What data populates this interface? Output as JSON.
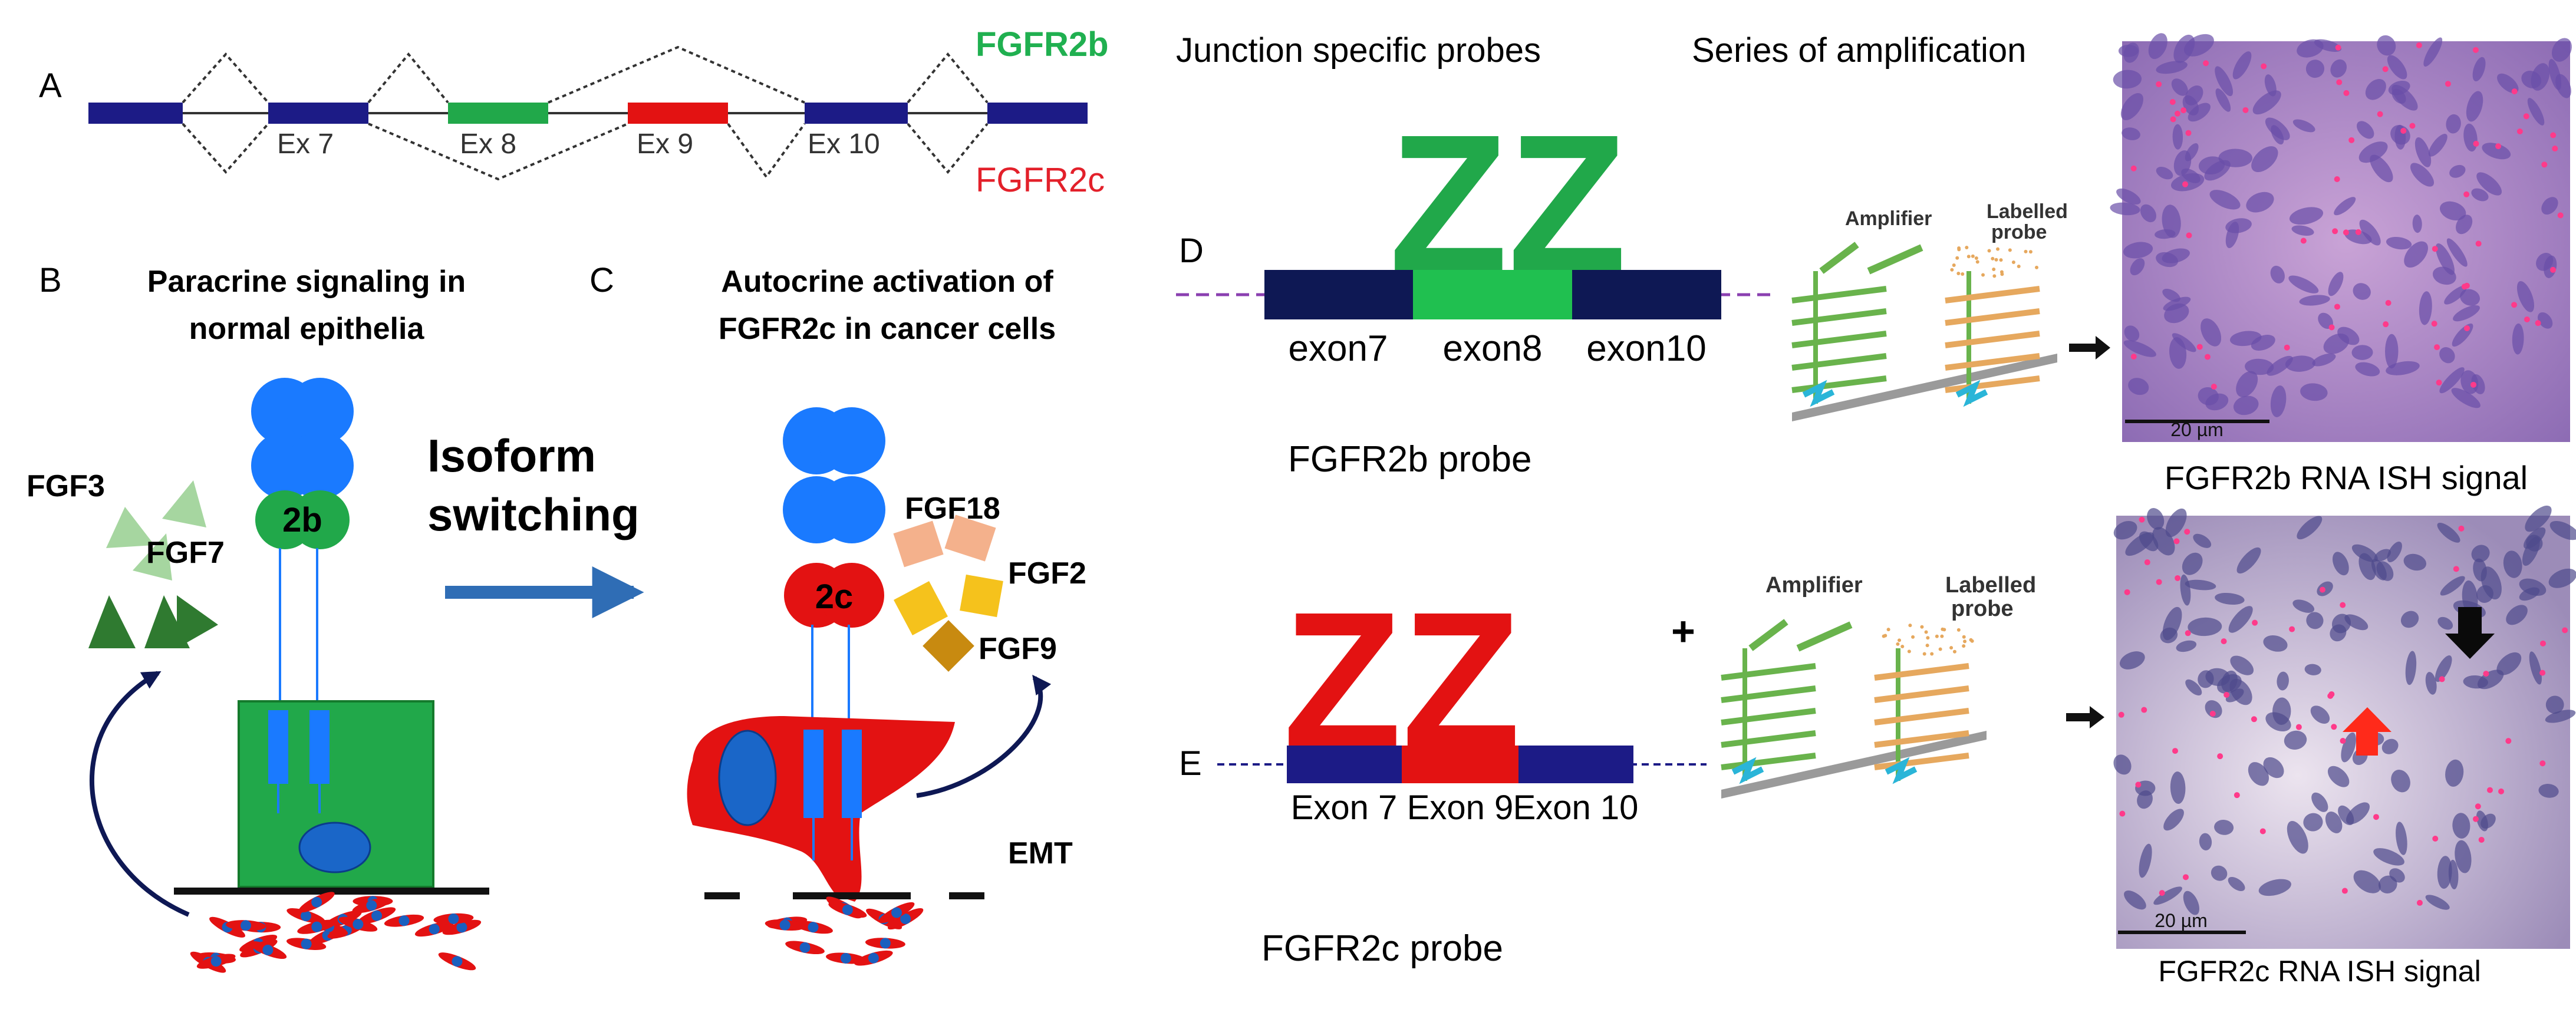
{
  "colors": {
    "navy": "#1c1b86",
    "dark_navy": "#0e1854",
    "green": "#21a84a",
    "bright_green": "#20c050",
    "red": "#e31212",
    "blue": "#1a7aff",
    "arrow_blue": "#2f6db5",
    "light_green": "#a6d6a0",
    "dark_green": "#2f7a30",
    "fgfr2b_text": "#20b050",
    "fgfr2c_text": "#e3202a",
    "fgf18": "#f4b18c",
    "fgf2": "#f5c21c",
    "fgf9": "#c88a10",
    "probe_orange": "#e6a85e",
    "probe_cyan": "#2ab5d8",
    "tissue_pink": "#d090c8",
    "tissue_purple": "#5d4a9a"
  },
  "panel_a": {
    "letter": "A",
    "isoform_top": "FGFR2b",
    "isoform_bottom": "FGFR2c",
    "exons": [
      "Ex 7",
      "Ex 8",
      "Ex 9",
      "Ex 10"
    ]
  },
  "panel_b": {
    "letter": "B",
    "title_line1": "Paracrine signaling in",
    "title_line2": "normal epithelia",
    "ligand1": "FGF3",
    "ligand2": "FGF7",
    "receptor": "2b"
  },
  "switch": {
    "line1": "Isoform",
    "line2": "switching"
  },
  "panel_c": {
    "letter": "C",
    "title_line1": "Autocrine activation of",
    "title_line2": "FGFR2c in cancer cells",
    "receptor": "2c",
    "ligand1": "FGF18",
    "ligand2": "FGF2",
    "ligand3": "FGF9",
    "emt": "EMT"
  },
  "panel_d": {
    "letter": "D",
    "header1": "Junction specific probes",
    "header2": "Series of amplification",
    "zz": "ZZ",
    "exons": [
      "exon7",
      "exon8",
      "exon10"
    ],
    "probe_label": "FGFR2b probe",
    "amplifier": "Amplifier",
    "labelled1": "Labelled",
    "labelled2": "probe",
    "scale": "20 µm",
    "caption": "FGFR2b RNA ISH signal"
  },
  "panel_e": {
    "letter": "E",
    "zz": "ZZ",
    "exons": [
      "Exon 7",
      "Exon 9",
      "Exon 10"
    ],
    "plus": "+",
    "probe_label": "FGFR2c probe",
    "amplifier": "Amplifier",
    "labelled1": "Labelled",
    "labelled2": "probe",
    "scale": "20 µm",
    "caption": "FGFR2c RNA ISH signal"
  }
}
